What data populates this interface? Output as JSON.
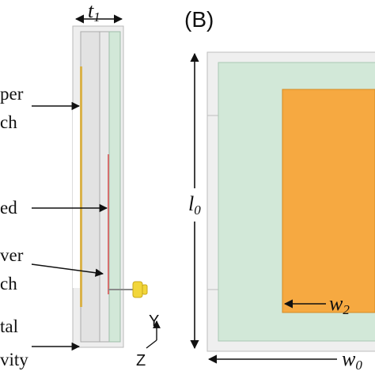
{
  "panel_b_label": "(B)",
  "dimensions": {
    "t1": {
      "main": "t",
      "sub": "1"
    },
    "l0": {
      "main": "l",
      "sub": "0"
    },
    "w2": {
      "main": "w",
      "sub": "2"
    },
    "w0": {
      "main": "w",
      "sub": "0"
    }
  },
  "callouts": {
    "upper_patch": [
      "per",
      "ch"
    ],
    "feed": "ed",
    "lower_patch": [
      "ver",
      "ch"
    ],
    "metal_cavity": [
      "tal",
      "vity"
    ]
  },
  "axes": {
    "y": "Y",
    "z": "Z"
  },
  "colors": {
    "substrate": "#d2e8d8",
    "patch": "#f6a941",
    "frame": "#efefef",
    "probe": "#f2d63a",
    "feed_line": "#d66f6f",
    "upper_patch_edge": "#d9b24a"
  }
}
